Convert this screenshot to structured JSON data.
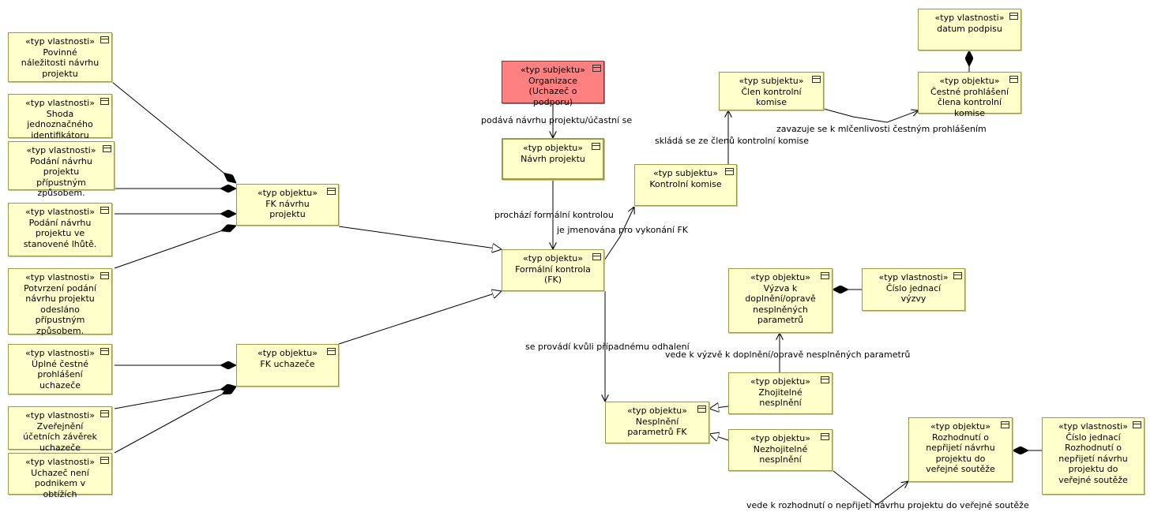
{
  "nodes": {
    "n1": {
      "stereotype": "«typ vlastnosti»",
      "name": "Povinné náležitosti návrhu projektu"
    },
    "n2": {
      "stereotype": "«typ vlastnosti»",
      "name": "Shoda jednoznačného identifikátoru"
    },
    "n3": {
      "stereotype": "«typ vlastnosti»",
      "name": "Podání návrhu projektu přípustným způsobem."
    },
    "n4": {
      "stereotype": "«typ vlastnosti»",
      "name": "Podání návrhu projektu ve stanovené lhůtě."
    },
    "n5": {
      "stereotype": "«typ vlastnosti»",
      "name": "Potvrzení podání návrhu projektu odesláno přípustným způsobem."
    },
    "n6": {
      "stereotype": "«typ vlastnosti»",
      "name": "Úplné čestné prohlášení uchazeče"
    },
    "n7": {
      "stereotype": "«typ vlastnosti»",
      "name": "Zveřejnění účetních závěrek uchazeče"
    },
    "n8": {
      "stereotype": "«typ vlastnosti»",
      "name": "Uchazeč není podnikem v obtížích"
    },
    "n9": {
      "stereotype": "«typ objektu»",
      "name": "FK návrhu projektu"
    },
    "n10": {
      "stereotype": "«typ objektu»",
      "name": "FK uchazeče"
    },
    "n11": {
      "stereotype": "«typ subjektu»",
      "name": "Organizace (Uchazeč o podporu)"
    },
    "n12": {
      "stereotype": "«typ objektu»",
      "name": "Návrh projektu"
    },
    "n13": {
      "stereotype": "«typ objektu»",
      "name": "Formální kontrola (FK)"
    },
    "n14": {
      "stereotype": "«typ subjektu»",
      "name": "Kontrolní komise"
    },
    "n15": {
      "stereotype": "«typ subjektu»",
      "name": "Člen kontrolní komise"
    },
    "n16": {
      "stereotype": "«typ vlastnosti»",
      "name": "datum podpisu"
    },
    "n17": {
      "stereotype": "«typ objektu»",
      "name": "Čestné prohlášení člena kontrolní komise"
    },
    "n18": {
      "stereotype": "«typ objektu»",
      "name": "Výzva k doplnění/opravě nesplněných parametrů"
    },
    "n19": {
      "stereotype": "«typ vlastnosti»",
      "name": "Číslo jednací výzvy"
    },
    "n20": {
      "stereotype": "«typ objektu»",
      "name": "Zhojitelné nesplnění"
    },
    "n21": {
      "stereotype": "«typ objektu»",
      "name": "Nesplnění parametrů FK"
    },
    "n22": {
      "stereotype": "«typ objektu»",
      "name": "Nezhojitelné nesplnění"
    },
    "n23": {
      "stereotype": "«typ objektu»",
      "name": "Rozhodnutí o nepřijetí návrhu projektu do veřejné soutěže"
    },
    "n24": {
      "stereotype": "«typ vlastnosti»",
      "name": "Číslo jednací Rozhodnutí o nepřijetí návrhu projektu do veřejné soutěže"
    }
  },
  "edges": {
    "e1": "podává návrhu projektu/účastní se",
    "e2": "prochází formální kontrolou",
    "e3": "je jmenována pro vykonání FK",
    "e4": "skládá se ze členů kontrolní komise",
    "e5": "zavazuje se k mlčenlivosti čestným prohlášením",
    "e6": "se provádí kvůli případnému odhalení",
    "e7": "vede k výzvě k doplnění/opravě nesplněných parametrů",
    "e8": "vede k rozhodnutí o nepřijetí návrhu projektu do veřejné soutěže"
  },
  "colors": {
    "node_fill": "#ffffcc",
    "node_border": "#9a9a44",
    "subject_highlight": "#ff8080",
    "line": "#000000"
  }
}
